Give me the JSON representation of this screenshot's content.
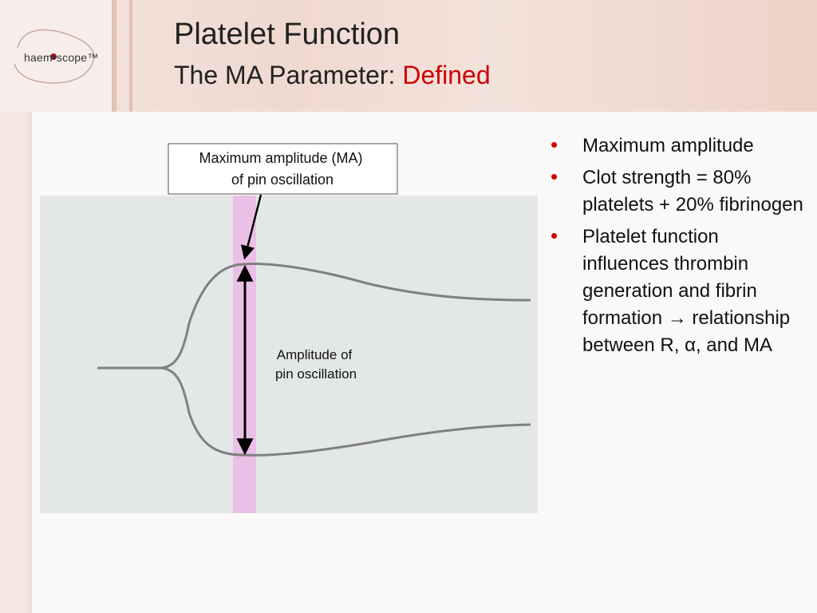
{
  "slide": {
    "logo_text": "haem•scope™",
    "title_line1": "Platelet Function",
    "title_line2_prefix": "The MA Parameter: ",
    "title_line2_accent": "Defined",
    "accent_color": "#cc0000"
  },
  "diagram": {
    "callout_line1": "Maximum amplitude (MA)",
    "callout_line2": "of pin oscillation",
    "amplitude_label_line1": "Amplitude of",
    "amplitude_label_line2": "pin oscillation",
    "plot_background": "#e4e7e8",
    "band_color": "#ebbfe6",
    "curve_color": "#808080"
  },
  "bullets": [
    {
      "text": "Maximum amplitude"
    },
    {
      "text": "Clot strength = 80% platelets + 20% fibrinogen"
    },
    {
      "text": "Platelet function influences thrombin generation and fibrin formation → relationship between R, α, and MA"
    }
  ]
}
